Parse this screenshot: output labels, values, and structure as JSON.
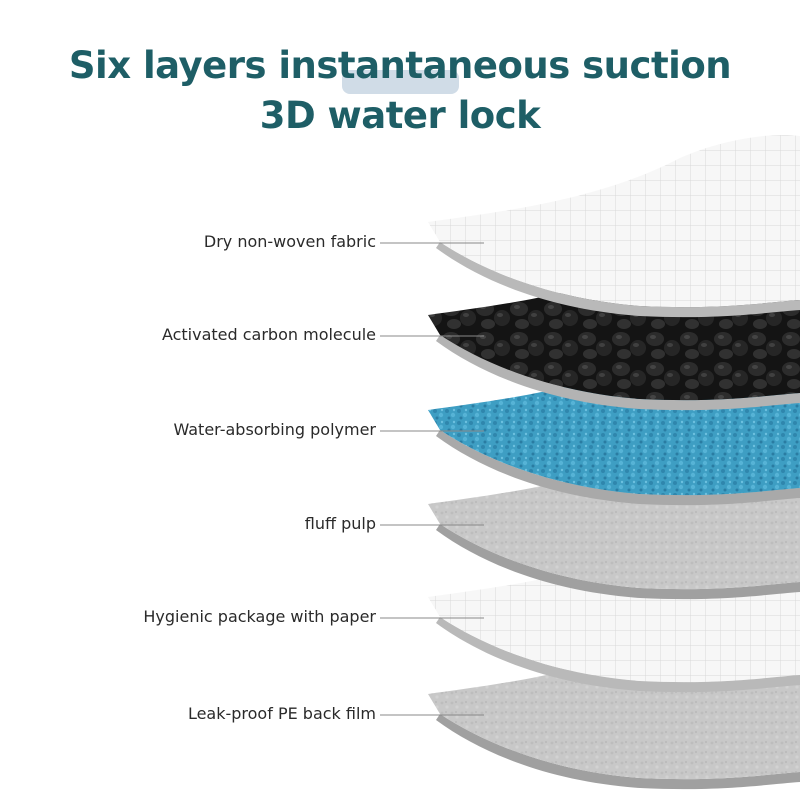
{
  "title": {
    "line1": "Six layers instantaneous suction",
    "line2": "3D water lock"
  },
  "layers": [
    {
      "label": "Dry non-woven fabric",
      "texture": "white-grid",
      "color": "#f4f4f4"
    },
    {
      "label": "Activated carbon molecule",
      "texture": "black-bubbles",
      "color": "#1a1a1a"
    },
    {
      "label": "Water-absorbing polymer",
      "texture": "blue-speckle",
      "color": "#3d9fc4"
    },
    {
      "label": "fluff pulp",
      "texture": "gray-felt",
      "color": "#c9c9c9"
    },
    {
      "label": "Hygienic package with paper",
      "texture": "white-grid",
      "color": "#f4f4f4"
    },
    {
      "label": "Leak-proof PE back film",
      "texture": "gray-felt",
      "color": "#c6c6c6"
    }
  ],
  "colors": {
    "title": "#1e5e66",
    "highlight": "#c8d6e3",
    "leader_line": "#888888",
    "edge": "#a9a9a9"
  }
}
